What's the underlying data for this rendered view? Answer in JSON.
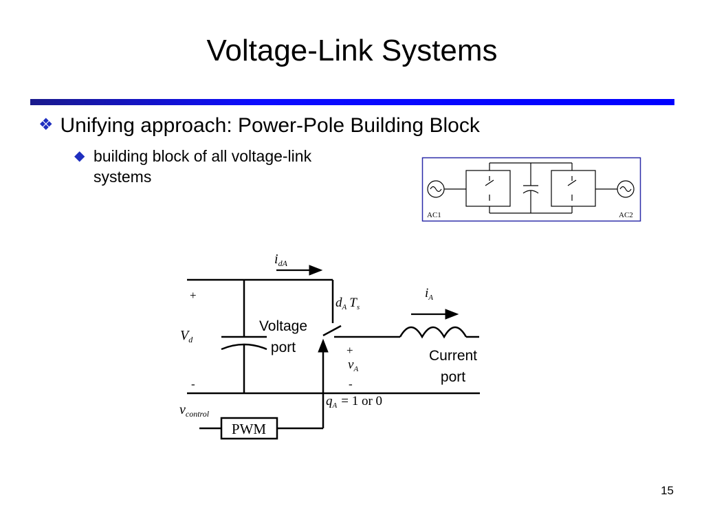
{
  "slide": {
    "title": "Voltage-Link Systems",
    "page_number": "15"
  },
  "bullets": {
    "level1": "Unifying approach: Power-Pole Building Block",
    "level2": "building block of all voltage-link systems"
  },
  "inset_diagram": {
    "left_source_label": "AC1",
    "right_source_label": "AC2"
  },
  "circuit": {
    "current_dc": {
      "main": "i",
      "sub": "dA"
    },
    "duty_label": {
      "d": "d",
      "d_sub": "A",
      "t": "T",
      "t_sub": "s"
    },
    "current_ac": {
      "main": "i",
      "sub": "A"
    },
    "dc_voltage": {
      "main": "V",
      "sub": "d"
    },
    "output_voltage": {
      "main": "v",
      "sub": "A"
    },
    "control_voltage": {
      "main": "v",
      "sub": "control"
    },
    "switch_state": {
      "main": "q",
      "sub": "A",
      "rest": "= 1 or 0"
    },
    "plus_sign": "+",
    "minus_sign": "-",
    "voltage_port_line1": "Voltage",
    "voltage_port_line2": "port",
    "current_port_line1": "Current",
    "current_port_line2": "port",
    "pwm_label": "PWM"
  },
  "colors": {
    "accent": "#0000ff",
    "bullet": "#1f2fbf",
    "inset_border": "#2a2aa8"
  },
  "icons": {
    "bullet1": "four-diamond-bullet-icon",
    "bullet2": "diamond-bullet-icon"
  }
}
